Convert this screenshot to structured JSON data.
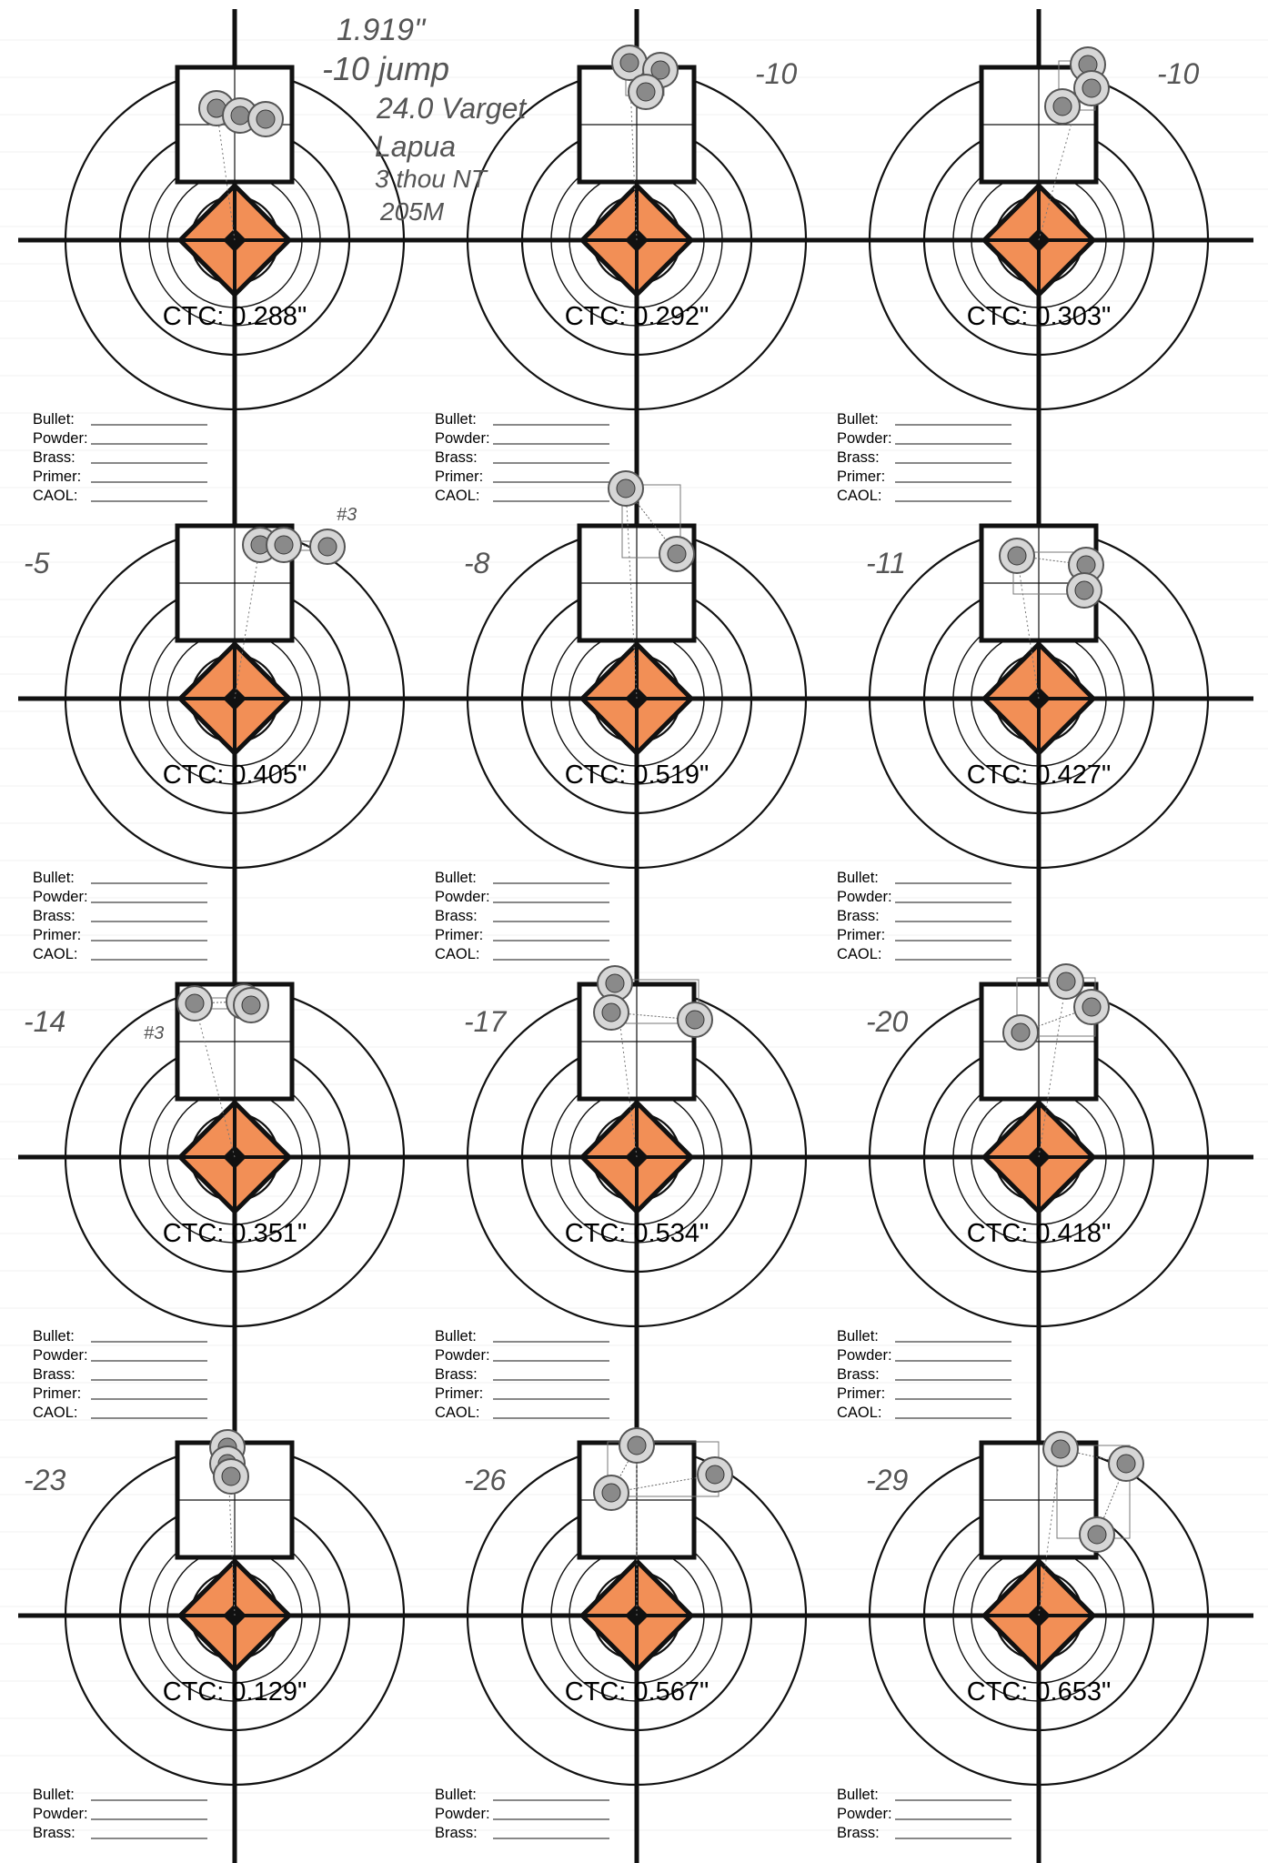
{
  "sheet": {
    "handwritten_notes": [
      "1.919\"",
      "-10 jump",
      "24.0 Varget",
      "Lapua",
      "3 thou NT",
      "205M"
    ],
    "field_labels": [
      "Bullet:",
      "Powder:",
      "Brass:",
      "Primer:",
      "CAOL:"
    ],
    "colors": {
      "diamond": "#F28F56",
      "ink": "#111111",
      "pencil": "#555555",
      "faint_line": "#f0f0f0"
    }
  },
  "targets": [
    {
      "ctc": "CTC: 0.288\"",
      "note": "",
      "marker": ""
    },
    {
      "ctc": "CTC: 0.292\"",
      "note": "-10",
      "marker": ""
    },
    {
      "ctc": "CTC: 0.303\"",
      "note": "-10",
      "marker": ""
    },
    {
      "ctc": "CTC: 0.405\"",
      "note": "-5",
      "marker": "#3"
    },
    {
      "ctc": "CTC: 0.519\"",
      "note": "-8",
      "marker": ""
    },
    {
      "ctc": "CTC: 0.427\"",
      "note": "-11",
      "marker": ""
    },
    {
      "ctc": "CTC: 0.351\"",
      "note": "-14",
      "marker": "#3"
    },
    {
      "ctc": "CTC: 0.534\"",
      "note": "-17",
      "marker": ""
    },
    {
      "ctc": "CTC: 0.418\"",
      "note": "-20",
      "marker": ""
    },
    {
      "ctc": "CTC: 0.129\"",
      "note": "-23",
      "marker": ""
    },
    {
      "ctc": "CTC: 0.567\"",
      "note": "-26",
      "marker": ""
    },
    {
      "ctc": "CTC: 0.653\"",
      "note": "-29",
      "marker": ""
    }
  ]
}
